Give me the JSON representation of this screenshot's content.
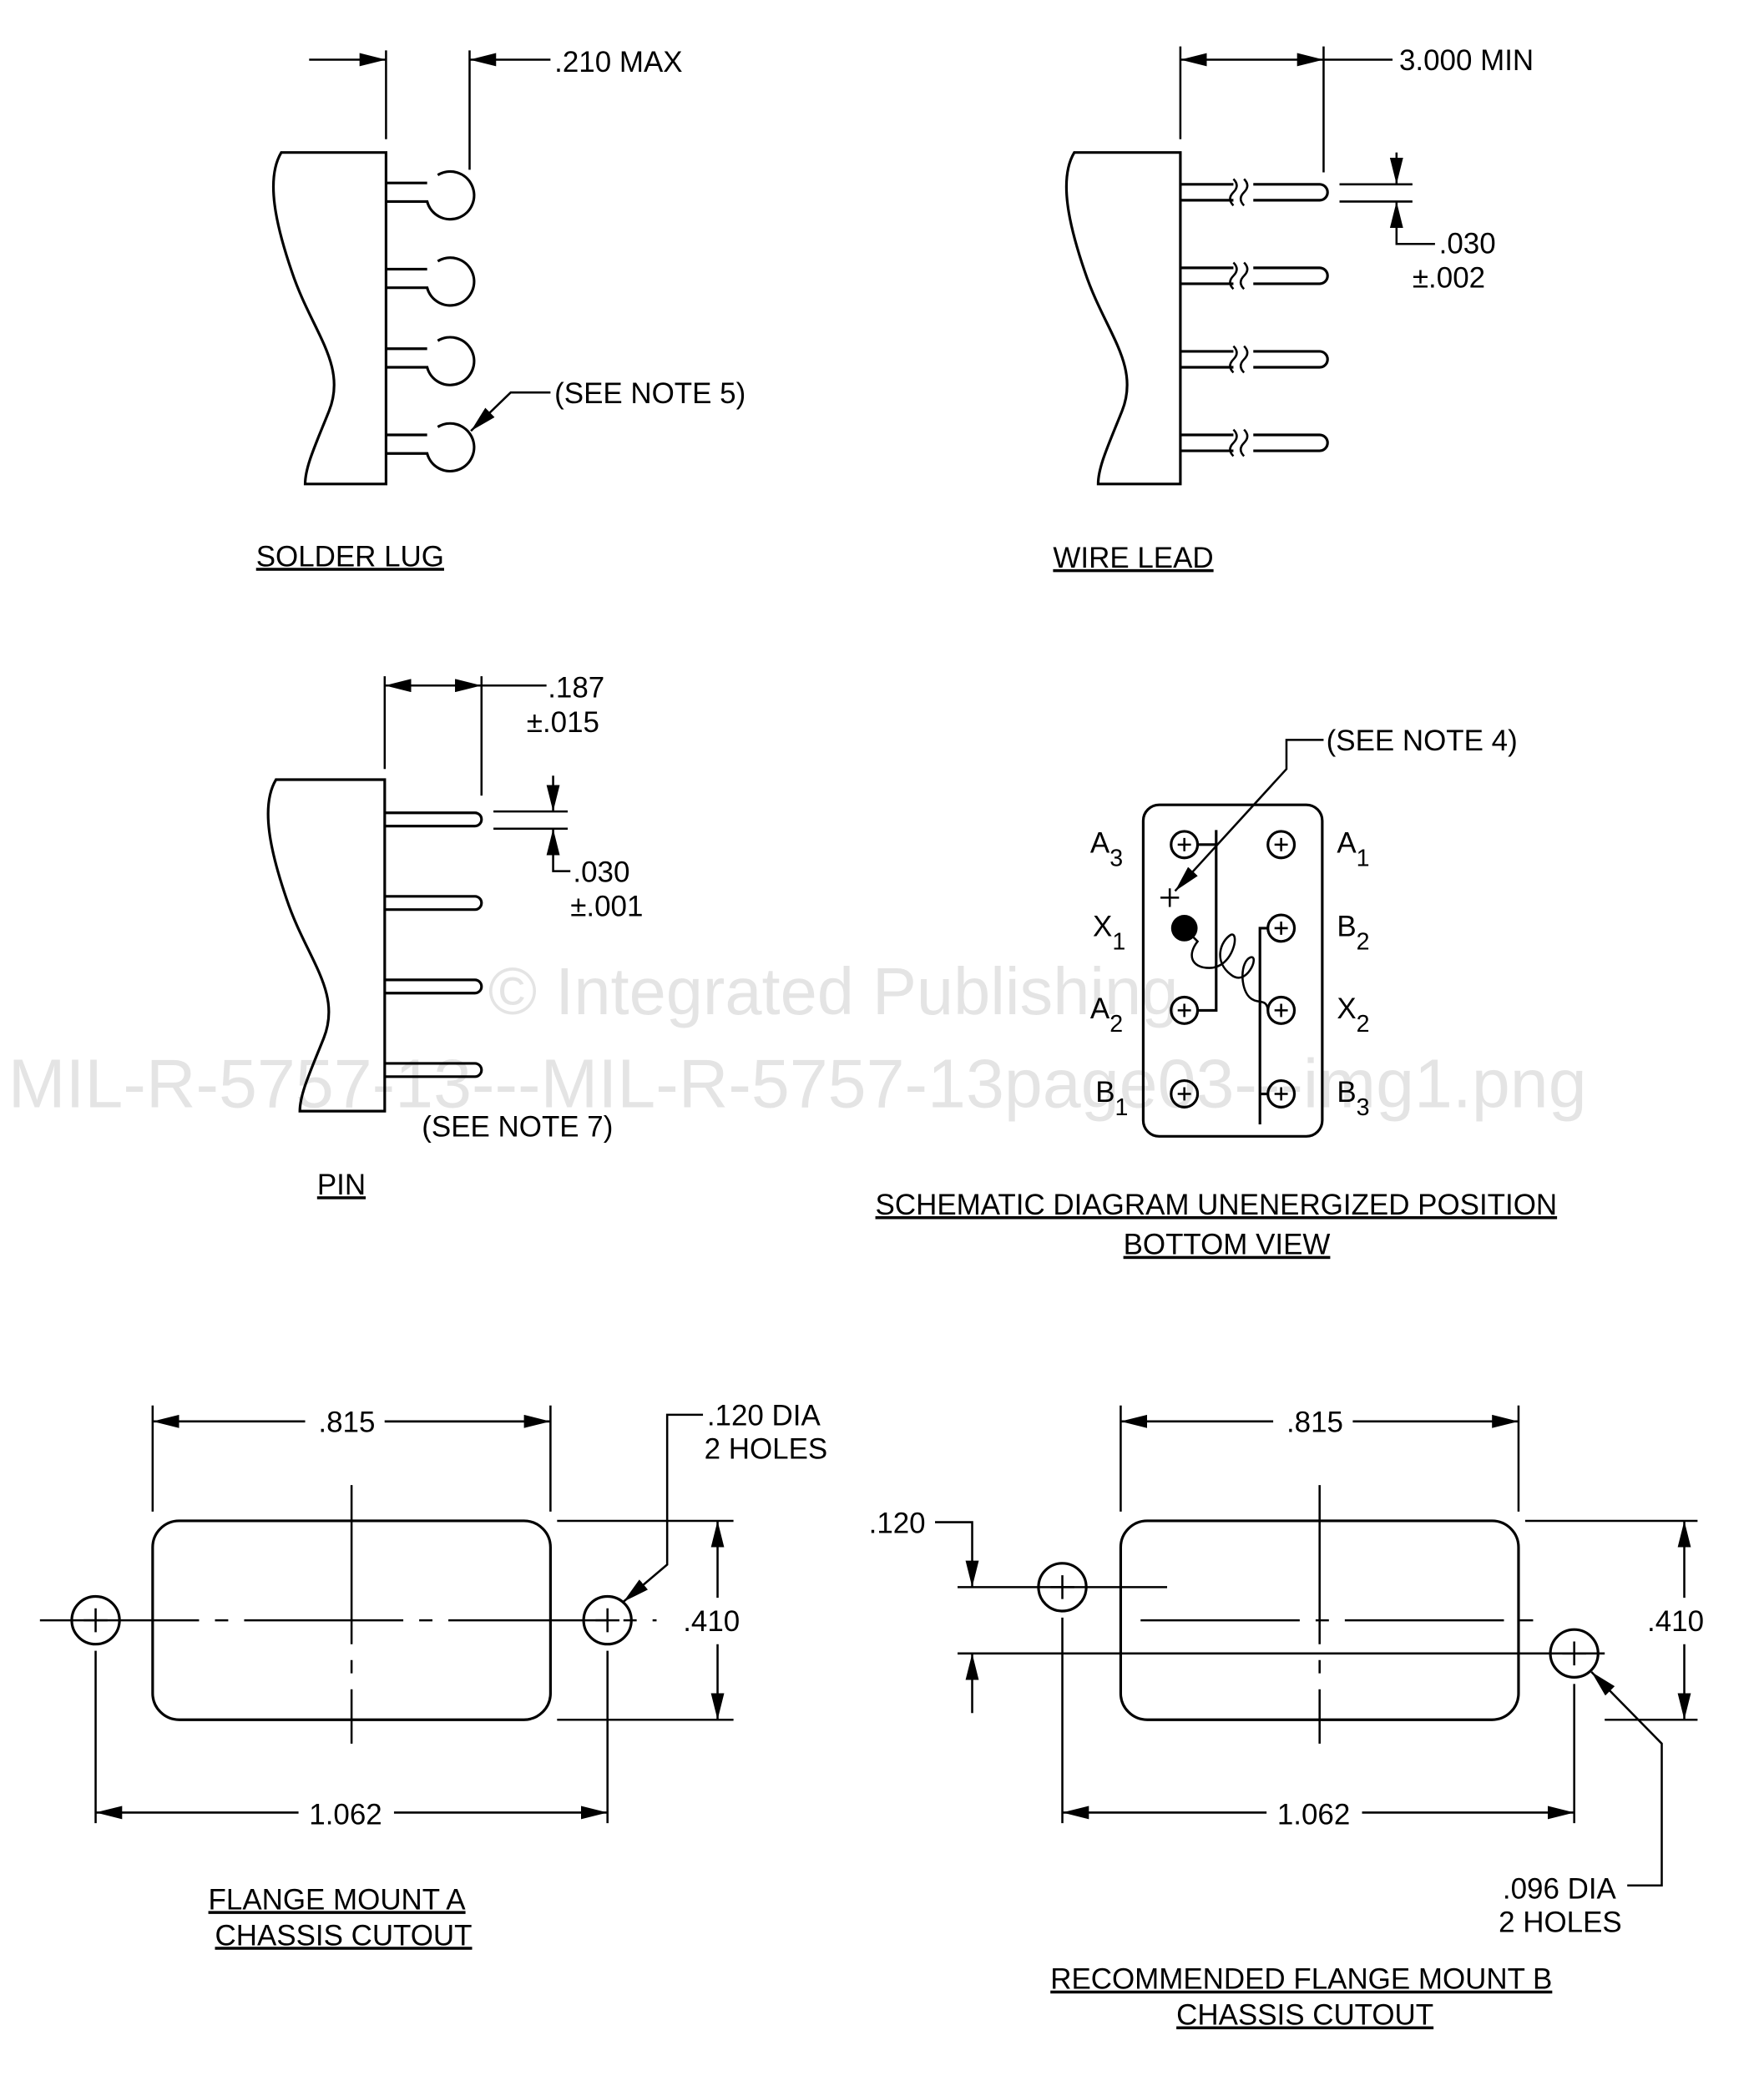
{
  "solder_lug": {
    "title": "SOLDER LUG",
    "dim": ".210 MAX",
    "note": "(SEE NOTE 5)"
  },
  "wire_lead": {
    "title": "WIRE LEAD",
    "dim_length": "3.000 MIN",
    "dim_dia": ".030",
    "dim_tol": "±.002"
  },
  "pin": {
    "title": "PIN",
    "dim_length": ".187",
    "dim_length_tol": "±.015",
    "dim_dia": ".030",
    "dim_dia_tol": "±.001",
    "note": "(SEE NOTE 7)"
  },
  "schematic": {
    "title_line1": "SCHEMATIC DIAGRAM UNENERGIZED POSITION",
    "title_line2": "BOTTOM VIEW",
    "note": "(SEE NOTE 4)",
    "labels": [
      {
        "letter": "A",
        "sub": "3"
      },
      {
        "letter": "A",
        "sub": "1"
      },
      {
        "letter": "X",
        "sub": "1"
      },
      {
        "letter": "B",
        "sub": "2"
      },
      {
        "letter": "A",
        "sub": "2"
      },
      {
        "letter": "X",
        "sub": "2"
      },
      {
        "letter": "B",
        "sub": "1"
      },
      {
        "letter": "B",
        "sub": "3"
      }
    ]
  },
  "flange_a": {
    "title_line1": "FLANGE MOUNT  A",
    "title_line2": "CHASSIS CUTOUT",
    "width": ".815",
    "height": ".410",
    "hole_span": "1.062",
    "hole_dia": ".120 DIA",
    "hole_count": "2 HOLES"
  },
  "flange_b": {
    "title_line1": "RECOMMENDED FLANGE MOUNT  B",
    "title_line2": "CHASSIS CUTOUT",
    "width": ".815",
    "height": ".410",
    "hole_span": "1.062",
    "offset": ".120",
    "hole_dia": ".096 DIA",
    "hole_count": "2 HOLES"
  },
  "watermark": {
    "line1": "© Integrated Publishing",
    "line2": "MIL-R-5757-13---MIL-R-5757-13page03---img1.png"
  }
}
